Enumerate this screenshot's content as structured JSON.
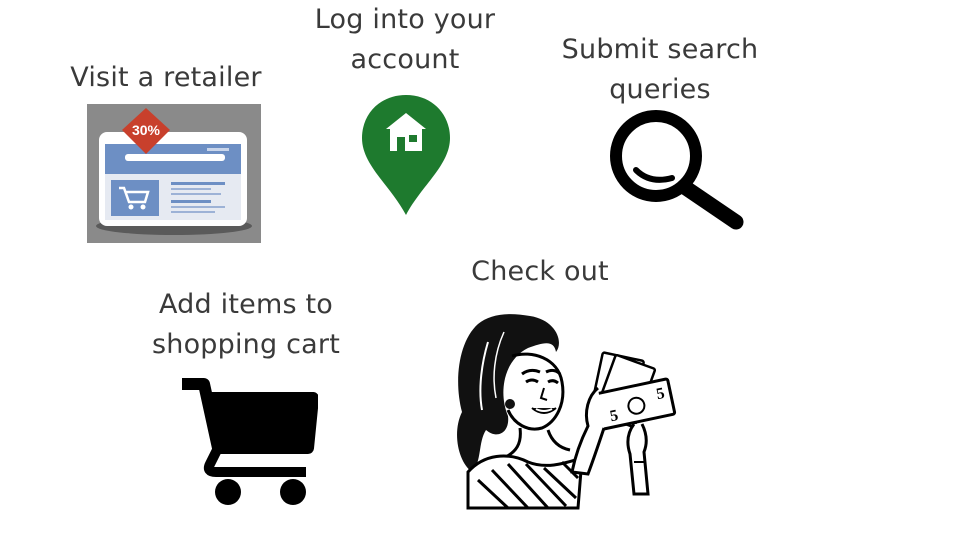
{
  "steps": [
    {
      "id": "visit",
      "label": "Visit a retailer",
      "icon": "retailer-website-icon",
      "badge": "30%"
    },
    {
      "id": "login",
      "label_lines": [
        "Log into your",
        "account"
      ],
      "icon": "home-location-pin-icon"
    },
    {
      "id": "search",
      "label_lines": [
        "Submit search",
        "queries"
      ],
      "icon": "magnifying-glass-icon"
    },
    {
      "id": "cart",
      "label_lines": [
        "Add items to",
        "shopping cart"
      ],
      "icon": "shopping-cart-icon"
    },
    {
      "id": "checkout",
      "label": "Check out",
      "icon": "woman-counting-money-illustration"
    }
  ],
  "colors": {
    "text": "#3a3a3a",
    "pin": "#1e7a2e",
    "badge": "#c8402c",
    "browser_blue": "#6d8fc4",
    "frame_gray": "#8a8a8a"
  }
}
